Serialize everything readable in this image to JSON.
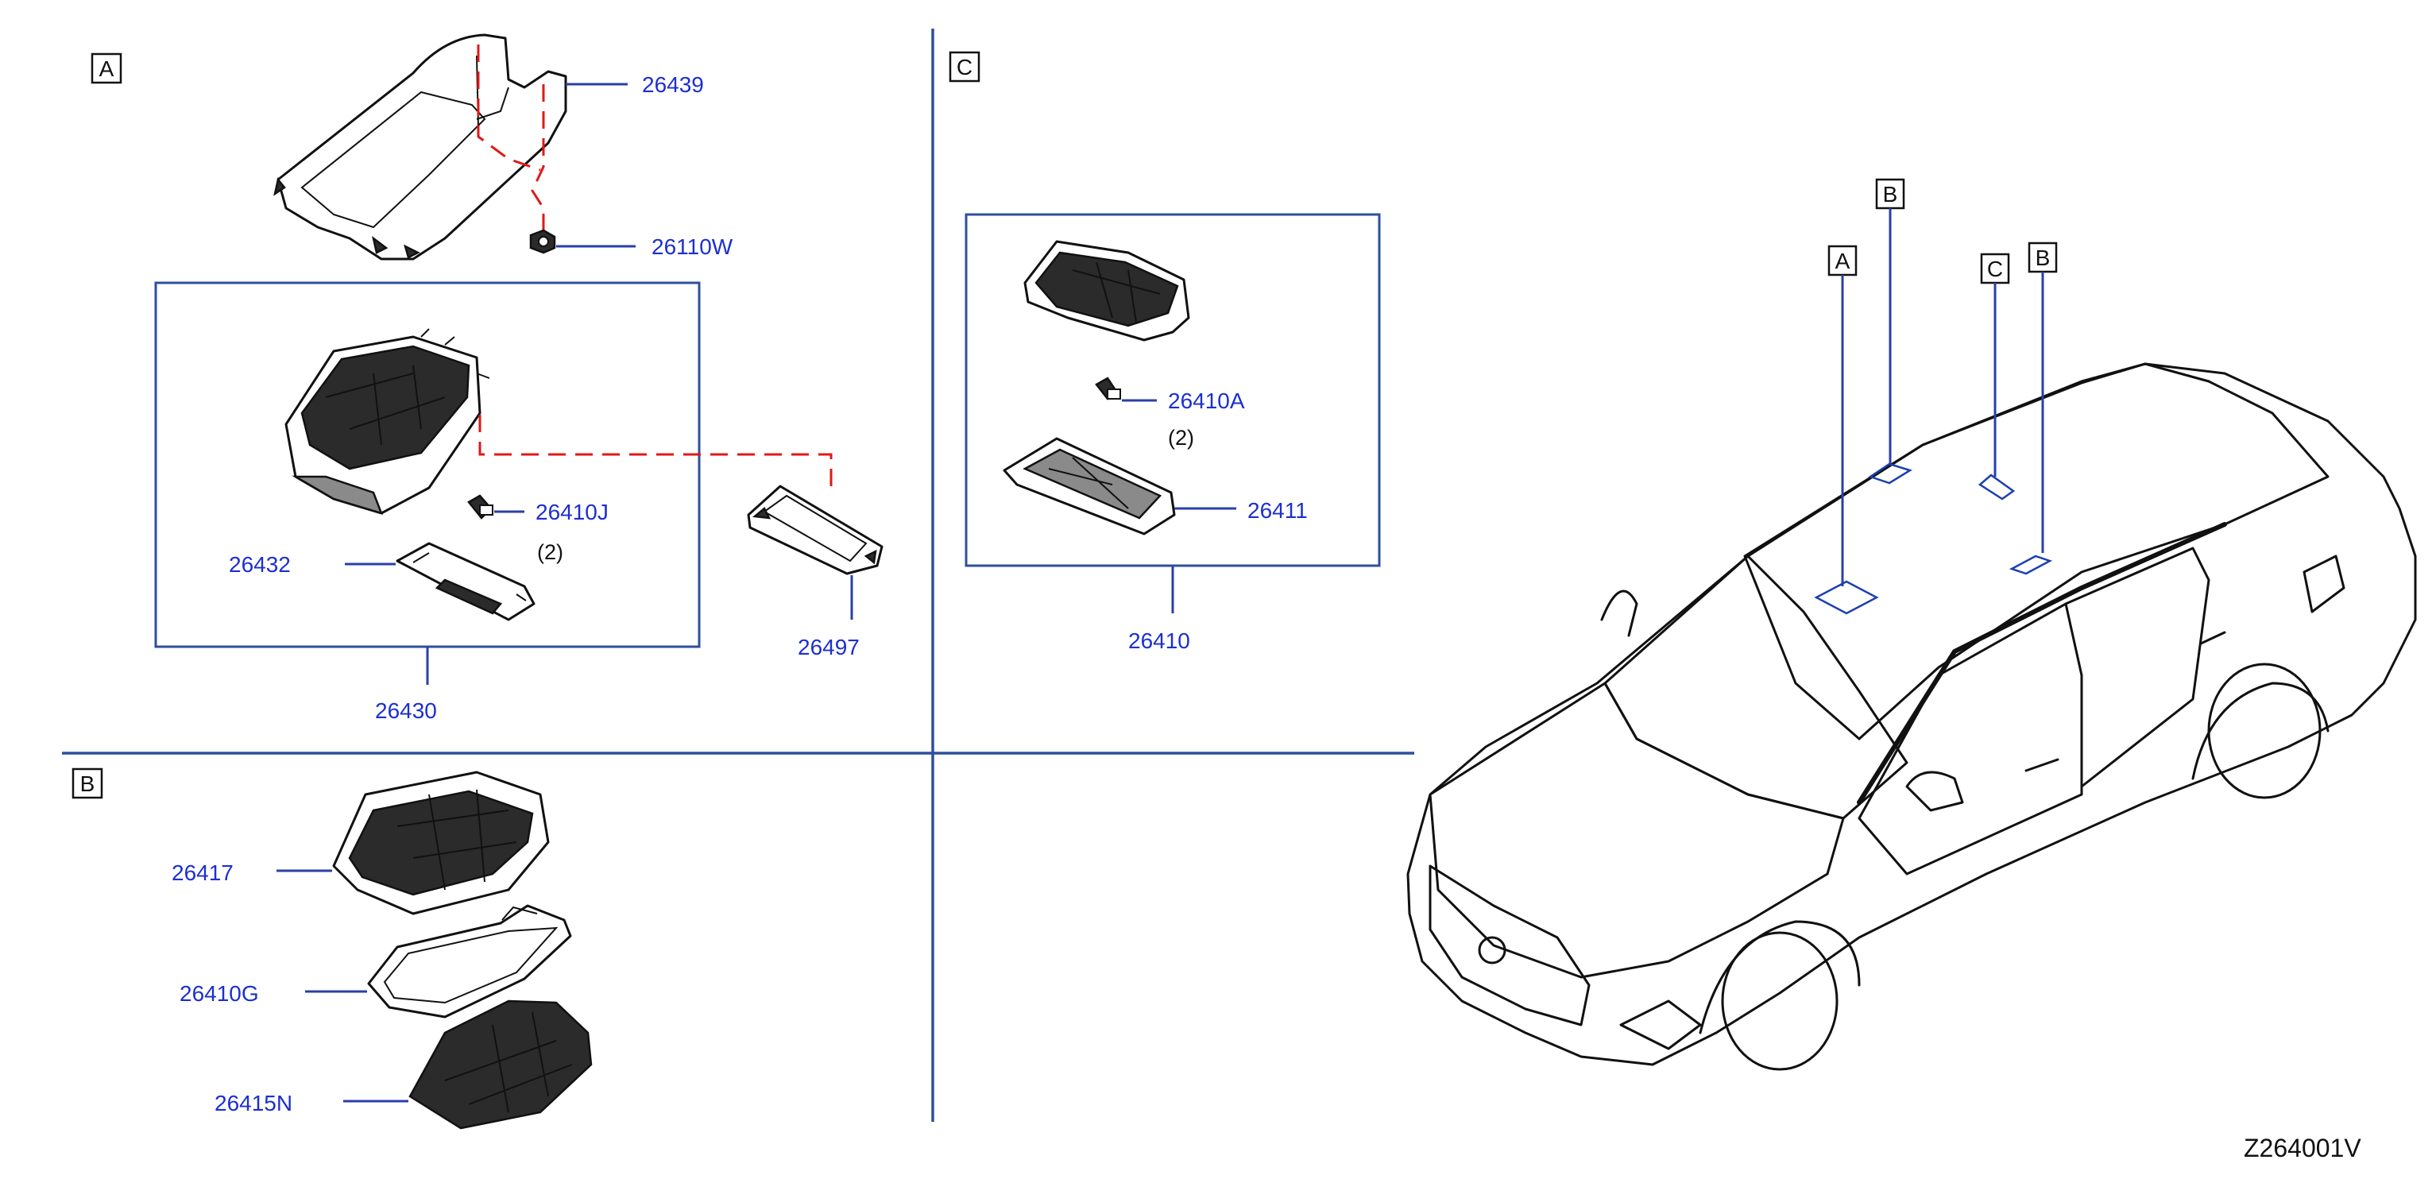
{
  "diagram": {
    "drawing_code": "Z264001V",
    "sections": {
      "A": {
        "letter": "A",
        "parts": {
          "p26439": "26439",
          "p26110W": "26110W",
          "p26410J": "26410J",
          "p26410J_qty": "(2)",
          "p26432": "26432",
          "p26430": "26430",
          "p26497": "26497"
        }
      },
      "B": {
        "letter": "B",
        "parts": {
          "p26417": "26417",
          "p26410G": "26410G",
          "p26415N": "26415N"
        }
      },
      "C": {
        "letter": "C",
        "parts": {
          "p26410A": "26410A",
          "p26410A_qty": "(2)",
          "p26411": "26411",
          "p26410": "26410"
        }
      }
    },
    "location_callouts": [
      "A",
      "B",
      "C",
      "B"
    ],
    "colors": {
      "part_label": "#1c2fd0",
      "leader_line": "#2a3fa8",
      "frame_line": "#2d4f9e",
      "dashed_connector": "#e01818",
      "ink": "#111111"
    },
    "icons": {
      "vehicle": "sedan-car-illustration",
      "parts": [
        "overhead-console-bracket",
        "clip",
        "map-lamp-assembly",
        "bulb",
        "lens",
        "housing"
      ]
    }
  }
}
